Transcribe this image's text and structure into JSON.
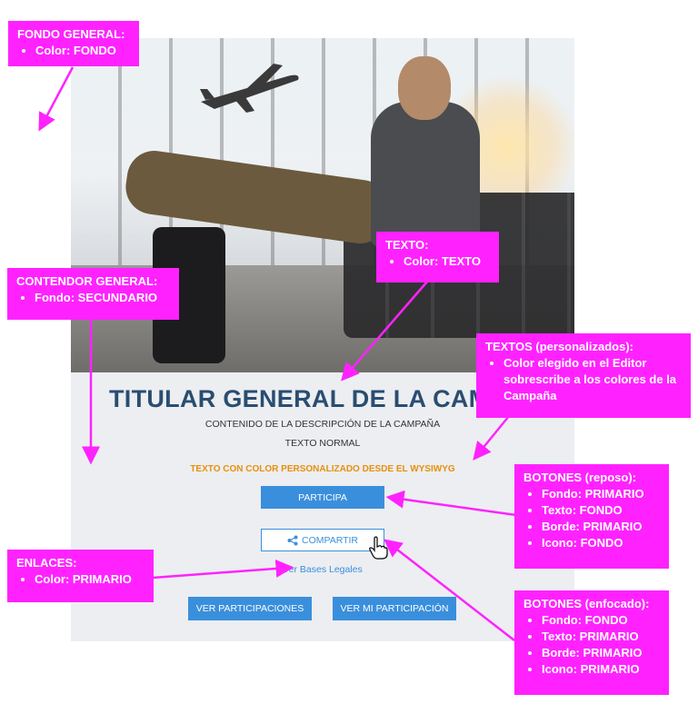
{
  "campaign": {
    "title": "TITULAR GENERAL DE LA CAMI",
    "description": "CONTENIDO DE LA DESCRIPCIÓN DE LA CAMPAÑA",
    "normal_text": "TEXTO NORMAL",
    "custom_text": "TEXTO CON COLOR PERSONALIZADO DESDE EL WYSIWYG",
    "participate_button": "PARTICIPA",
    "share_button": "COMPARTIR",
    "legal_link": "Ver Bases Legales",
    "view_entries_button": "VER PARTICIPACIONES",
    "view_my_entry_button": "VER MI PARTICIPACIÓN"
  },
  "colors": {
    "primary": "#3a8fdc",
    "title": "#2a4d71",
    "custom_text": "#e8900c",
    "secondary_bg": "#eceef1",
    "annotation": "#ff22ff"
  },
  "annotations": {
    "fondo_general": {
      "title": "FONDO GENERAL:",
      "items": [
        "Color: FONDO"
      ]
    },
    "texto": {
      "title": "TEXTO:",
      "items": [
        "Color: TEXTO"
      ]
    },
    "contenedor": {
      "title": "CONTENDOR GENERAL:",
      "items": [
        "Fondo: SECUNDARIO"
      ]
    },
    "textos_personalizados": {
      "title": "TEXTOS (personalizados):",
      "items": [
        "Color elegido en el Editor sobrescribe a los colores de la Campaña"
      ]
    },
    "botones_reposo": {
      "title": "BOTONES (reposo):",
      "items": [
        "Fondo: PRIMARIO",
        "Texto: FONDO",
        "Borde: PRIMARIO",
        "Icono: FONDO"
      ]
    },
    "enlaces": {
      "title": "ENLACES:",
      "items": [
        "Color: PRIMARIO"
      ]
    },
    "botones_enfocado": {
      "title": "BOTONES (enfocado):",
      "items": [
        "Fondo: FONDO",
        "Texto: PRIMARIO",
        "Borde: PRIMARIO",
        "Icono: PRIMARIO"
      ]
    }
  }
}
